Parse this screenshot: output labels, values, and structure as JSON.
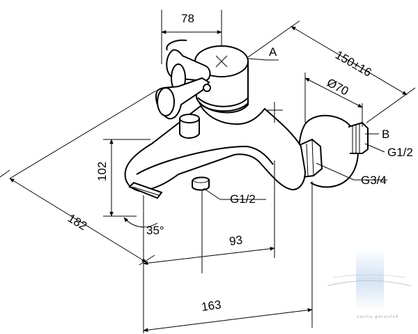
{
  "dimensions": {
    "d78": "78",
    "d150": "150±16",
    "d70": "Ø70",
    "d102": "102",
    "d182": "182",
    "d35": "35°",
    "d93": "93",
    "d163": "163"
  },
  "callouts": {
    "A": "A",
    "B": "B",
    "g12_right": "G1/2",
    "g34": "G3/4",
    "g12_bottom": "G1/2"
  },
  "watermark": {
    "text": "vannu pereulok"
  },
  "colors": {
    "line": "#000000",
    "background": "#ffffff",
    "watermark": "#c8dcef"
  }
}
